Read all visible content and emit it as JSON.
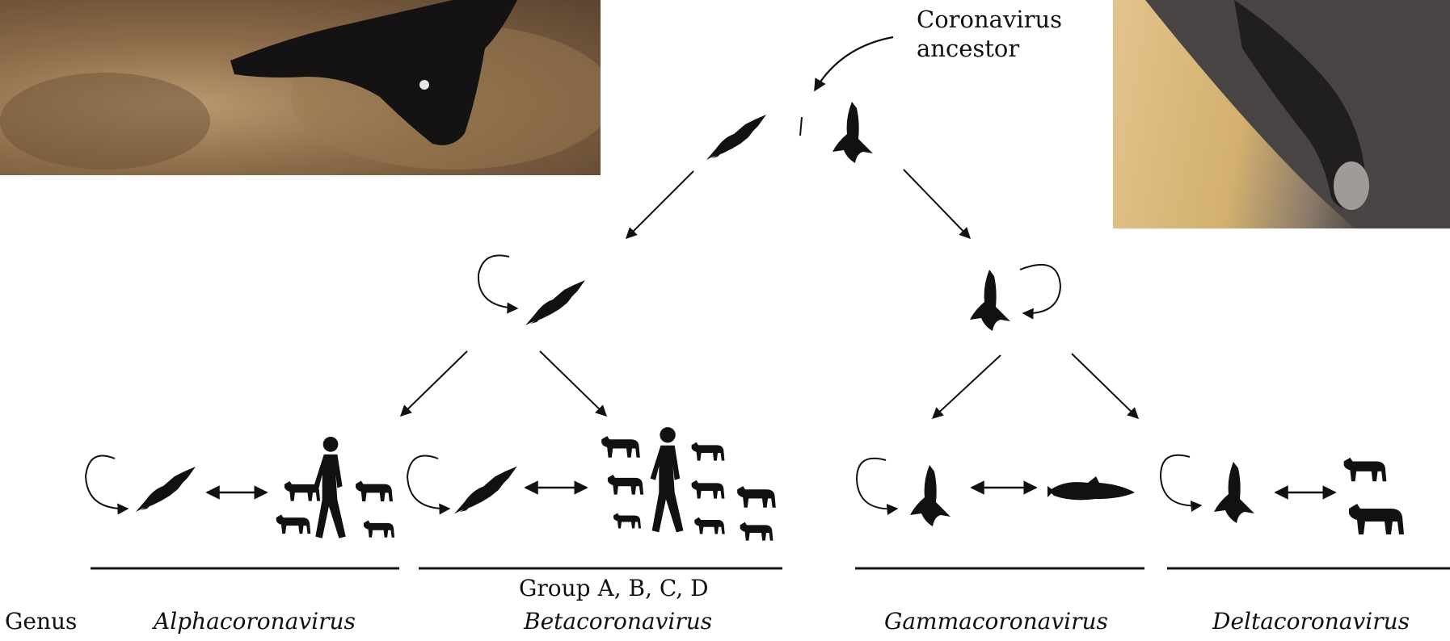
{
  "header": {
    "ancestor_line1": "Coronavirus",
    "ancestor_line2": "ancestor"
  },
  "labels": {
    "genus_label": "Genus",
    "group_note": "Group A, B, C, D",
    "genera": [
      {
        "name": "Alphacoronavirus"
      },
      {
        "name": "Betacoronavirus"
      },
      {
        "name": "Gammacoronavirus"
      },
      {
        "name": "Deltacoronavirus"
      }
    ]
  },
  "icons": {
    "ancestor": [
      "bat-icon",
      "bird-icon"
    ],
    "alpha": [
      "bat-icon",
      "cat-icon",
      "human-icon",
      "dog-icon",
      "pig-icon",
      "ferret-icon"
    ],
    "beta": [
      "bat-icon",
      "dog-icon",
      "human-icon",
      "cattle-icon",
      "camel-icon",
      "rodent-icon",
      "deer-icon"
    ],
    "gamma": [
      "bird-icon",
      "whale-icon"
    ],
    "delta": [
      "bird-icon",
      "pig-icon",
      "leopard-cat-icon"
    ]
  },
  "colors": {
    "ink": "#111111",
    "background": "#ffffff"
  }
}
